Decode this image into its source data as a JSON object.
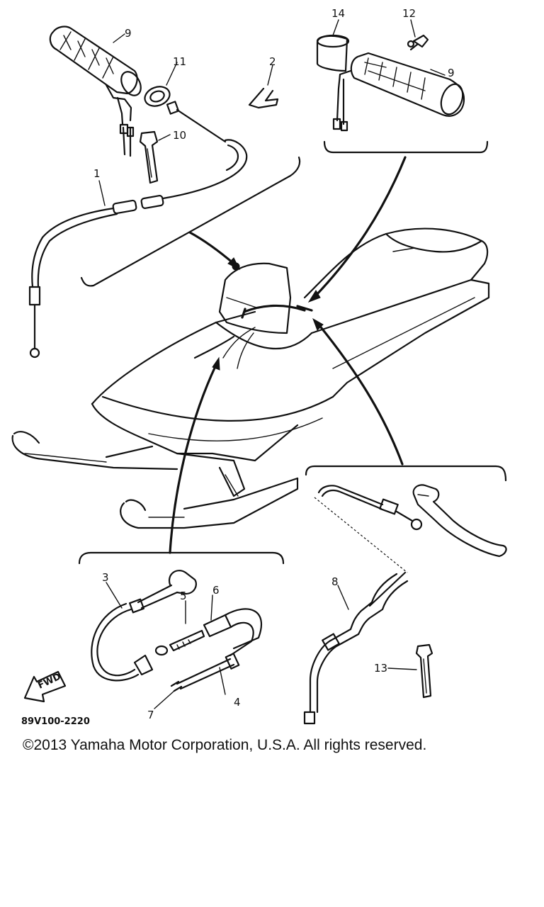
{
  "diagram": {
    "callouts": {
      "c1": "1",
      "c2": "2",
      "c3": "3",
      "c4": "4",
      "c5": "5",
      "c6": "6",
      "c7": "7",
      "c8": "8",
      "c9_left": "9",
      "c9_right": "9",
      "c10": "10",
      "c11": "11",
      "c12": "12",
      "c13": "13",
      "c14": "14"
    },
    "fwd_label": "FWD",
    "diagram_number": "89V100-2220"
  },
  "footer": {
    "copyright": "©2013 Yamaha Motor Corporation, U.S.A. All rights reserved."
  }
}
